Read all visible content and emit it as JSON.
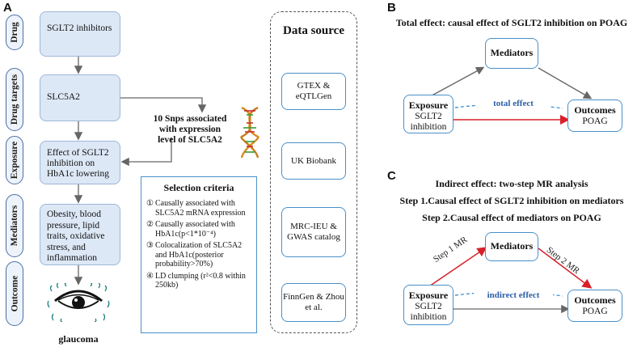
{
  "panel_a": {
    "letter": "A",
    "side_labels": [
      "Drug",
      "Drug targets",
      "Exposure",
      "Mediators",
      "Outcome"
    ],
    "flow": {
      "drug": "SGLT2 inhibitors",
      "target": "SLC5A2",
      "exposure": "Effect of SGLT2 inhibition on HbA1c lowering",
      "mediators": "Obesity, blood pressure, lipid traits, oxidative stress, and inflammation",
      "outcome": "glaucoma"
    },
    "snps_label": "10 Snps associated with expression level of SLC5A2",
    "selection": {
      "title": "Selection criteria",
      "items": [
        {
          "num": "①",
          "text": "Causally associated with SLC5A2 mRNA expression"
        },
        {
          "num": "②",
          "text": "Causally associated with HbA1c(p<1*10⁻⁴)"
        },
        {
          "num": "③",
          "text": "Colocalization of SLC5A2 and HbA1c(posterior probability>70%)"
        },
        {
          "num": "④",
          "text": "LD clumping (r²<0.8 within 250kb)"
        }
      ]
    },
    "data_source": {
      "title": "Data source",
      "items": [
        "GTEX & eQTLGen",
        "UK Biobank",
        "MRC-IEU & GWAS catalog",
        "FinnGen & Zhou et al."
      ]
    }
  },
  "panel_b": {
    "letter": "B",
    "title": "Total effect: causal effect of SGLT2 inhibition on POAG",
    "mediators": "Mediators",
    "exposure_title": "Exposure",
    "exposure_sub": "SGLT2 inhibition",
    "outcome_title": "Outcomes",
    "outcome_sub": "POAG",
    "effect_label": "total effect"
  },
  "panel_c": {
    "letter": "C",
    "title": "Indirect effect: two-step MR analysis",
    "step1": "Step 1.Causal effect of SGLT2 inhibition on mediators",
    "step2": "Step 2.Causal effect of mediators on POAG",
    "mediators": "Mediators",
    "exposure_title": "Exposure",
    "exposure_sub": "SGLT2 inhibition",
    "outcome_title": "Outcomes",
    "outcome_sub": "POAG",
    "effect_label": "indirect effect",
    "arrow1": "Step 1 MR",
    "arrow2": "Step 2 MR"
  },
  "colors": {
    "flow_fill": "#dde8f6",
    "box_border": "#4a90c8",
    "red_arrow": "#d8202a",
    "dashed_blue": "#3a8fd0",
    "effect_text": "#2b5fa8"
  },
  "icons": [
    "dna-icon",
    "eye-icon"
  ]
}
